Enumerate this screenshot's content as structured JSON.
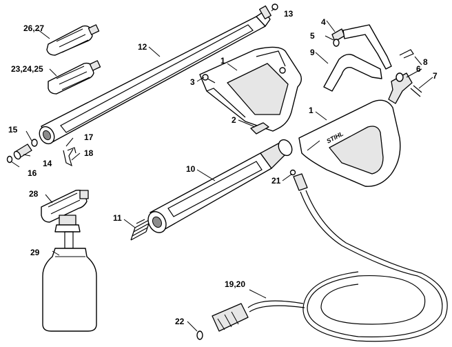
{
  "labels": {
    "l1a": "1",
    "l1b": "1",
    "l2": "2",
    "l3": "3",
    "l4": "4",
    "l5": "5",
    "l6": "6",
    "l7": "7",
    "l8": "8",
    "l9": "9",
    "l10": "10",
    "l11": "11",
    "l12": "12",
    "l13": "13",
    "l14": "14",
    "l15": "15",
    "l16": "16",
    "l17": "17",
    "l18": "18",
    "l19": "19,20",
    "l21": "21",
    "l22": "22",
    "l23": "23,24,25",
    "l26": "26,27",
    "l28": "28",
    "l29": "29"
  },
  "brand": "STIHL"
}
